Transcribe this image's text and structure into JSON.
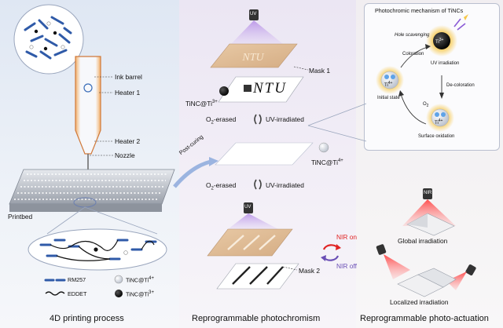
{
  "panels": {
    "printing": {
      "caption": "4D printing process",
      "labels": {
        "ink_barrel": "Ink barrel",
        "heater1": "Heater 1",
        "heater2": "Heater 2",
        "nozzle": "Nozzle",
        "printbed": "Printbed"
      },
      "legend": {
        "rm257": "RM257",
        "eddet": "EDDET",
        "tinc_ti4": "TiNC@Ti",
        "tinc_ti4_sup": "4+",
        "tinc_ti3": "TiNC@Ti",
        "tinc_ti3_sup": "3+"
      }
    },
    "photochromism": {
      "caption": "Reprogrammable photochromism",
      "uv_tag": "UV",
      "mask1": "Mask 1",
      "mask2": "Mask 2",
      "ntu_text": "NTU",
      "post_curing": "Post-curing",
      "tinc_ti3": "TiNC@Ti",
      "tinc_ti3_sup": "3+",
      "tinc_ti4": "TiNC@Ti",
      "tinc_ti4_sup": "4+",
      "o2_erased": "O",
      "o2_sub": "2",
      "o2_erased_rest": "-erased",
      "uv_irradiated": "UV-irradiated"
    },
    "mechanism": {
      "title": "Photochromic mechanism of TiNCs",
      "hole_scavenging": "Hole scavenging",
      "coloration": "Coloration",
      "uv_irradiation": "UV irradiation",
      "initial_state": "Initial state",
      "de_coloration": "De-coloration",
      "surface_oxidation": "Surface oxidation",
      "ti3": "Ti",
      "ti3_sup": "3+",
      "ti4": "Ti",
      "ti4_sup": "4+",
      "o2": "O",
      "o2_sub": "2",
      "h_plus": "h",
      "e_minus": "e"
    },
    "actuation": {
      "caption": "Reprogrammable photo-actuation",
      "nir_tag": "NIR",
      "global_irradiation": "Global irradiation",
      "localized_irradiation": "Localized irradiation",
      "nir_on": "NIR on",
      "nir_off": "NIR off"
    }
  },
  "colors": {
    "purple": "#6a4fb5",
    "red": "#e02424",
    "orange": "#e98a3a",
    "blue_molecule": "#3a63b8",
    "dark_ball": "#111111"
  }
}
